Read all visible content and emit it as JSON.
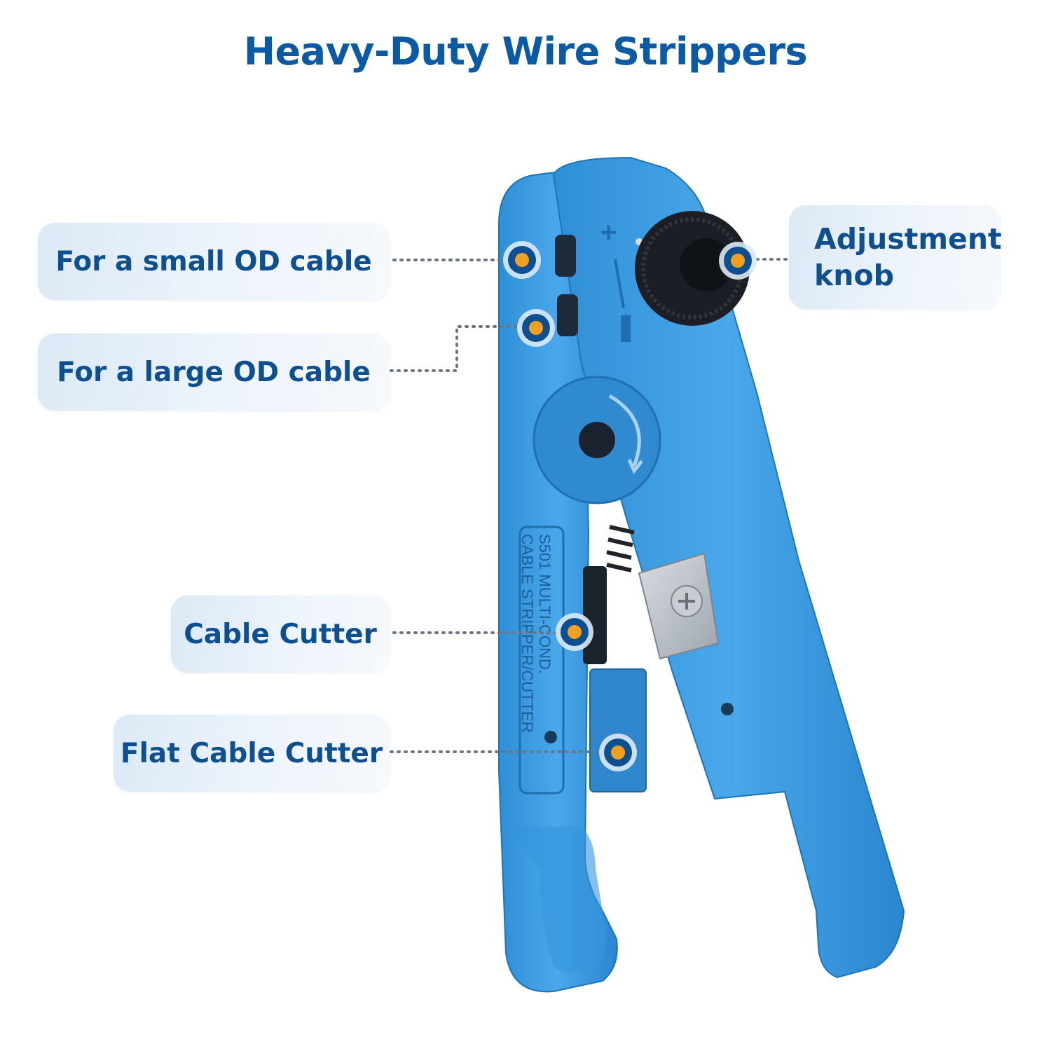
{
  "title": "Heavy-Duty Wire Strippers",
  "labels": {
    "small_od": "For a small OD cable",
    "large_od": "For a large OD cable",
    "knob_line1": "Adjustment",
    "knob_line2": "knob",
    "cable_cutter": "Cable Cutter",
    "flat_cable_cutter": "Flat Cable Cutter"
  },
  "tool_engraving": {
    "line1": "S501 MULTI-COND.",
    "line2": "CABLE STRIPPER/CUTTER"
  },
  "colors": {
    "title": "#0a5aa6",
    "label_text": "#0e4f8f",
    "tool_blue": "#3a9be0",
    "marker_orange": "#f0a020"
  }
}
